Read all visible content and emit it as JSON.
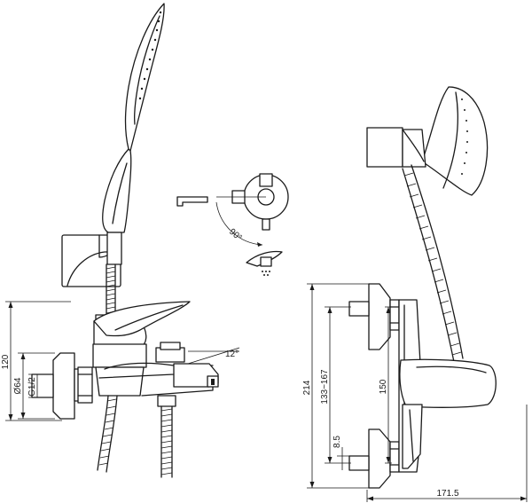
{
  "dimensions": {
    "d120": "120",
    "d64": "Ø64",
    "g12": "G1/2",
    "a12": "12°",
    "a90": "90°",
    "d214": "214",
    "d133": "133~167",
    "d150": "150",
    "d85": "8.5",
    "d1715": "171.5"
  },
  "colors": {
    "line": "#1a1a1a",
    "background": "#ffffff"
  }
}
